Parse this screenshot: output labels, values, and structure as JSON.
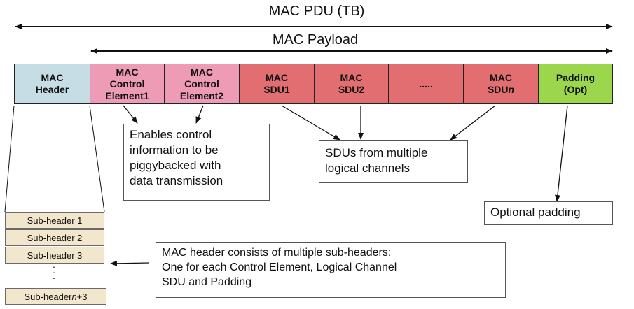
{
  "spans": {
    "pdu_label": "MAC PDU (TB)",
    "payload_label": "MAC  Payload"
  },
  "pdu_cells": [
    {
      "line1": "MAC",
      "line2": "Header",
      "line3": ""
    },
    {
      "line1": "MAC",
      "line2": "Control",
      "line3": "Element1"
    },
    {
      "line1": "MAC",
      "line2": "Control",
      "line3": "Element2"
    },
    {
      "line1": "MAC",
      "line2": "SDU1",
      "line3": ""
    },
    {
      "line1": "MAC",
      "line2": "SDU2",
      "line3": ""
    },
    {
      "line1": ".....",
      "line2": "",
      "line3": ""
    },
    {
      "line1": "MAC",
      "line2": "SDUn",
      "line3": ""
    },
    {
      "line1": "Padding",
      "line2": "(Opt)",
      "line3": ""
    }
  ],
  "annotations": {
    "control": [
      "Enables control",
      "information to be",
      "piggybacked with",
      "data transmission"
    ],
    "sdus": [
      "SDUs from multiple",
      "logical channels"
    ],
    "padding": [
      "Optional padding"
    ],
    "header": [
      "MAC header consists of multiple sub-headers:",
      "One for each Control Element, Logical Channel",
      "SDU and Padding"
    ]
  },
  "subheaders": {
    "items": [
      "Sub-header 1",
      "Sub-header 2",
      "Sub-header 3"
    ],
    "dots": "·\n·\n·",
    "last": "Sub-header n+3"
  },
  "colors": {
    "header": "#c6dde6",
    "control_element": "#ee9cb6",
    "sdu": "#e26e72",
    "padding": "#9bd64d",
    "subheader": "#f2e7cc"
  }
}
